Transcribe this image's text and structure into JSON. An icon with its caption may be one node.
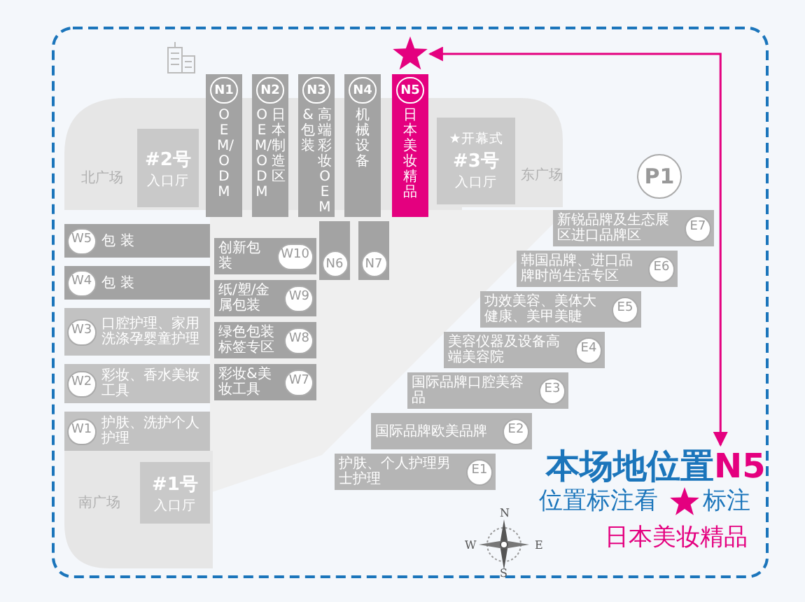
{
  "diagram": {
    "nodes": [
      {
        "text": [],
        "shape": "star"
      },
      {
        "text": [
          "N1",
          "OEM/ODM"
        ]
      },
      {
        "text": [
          "N2",
          "OEM/ODM",
          "日本制造区"
        ]
      },
      {
        "text": [
          "N3",
          "&包装",
          "高端彩妆OEM"
        ]
      },
      {
        "text": [
          "N4",
          "机械设备"
        ]
      },
      {
        "text": [
          "N5",
          "日本美妆精品"
        ]
      },
      {
        "text": [
          "#2号",
          "入口厅"
        ],
        "beside": [
          "北广场"
        ]
      },
      {
        "text": [
          "★开幕式",
          "#3号",
          "入口厅"
        ],
        "beside": [
          "东广场"
        ]
      },
      {
        "text": [
          "W5",
          "包 装"
        ]
      },
      {
        "text": [
          "W4",
          "包 装"
        ]
      },
      {
        "text": [
          "W3",
          "口腔护理、家用洗涤孕婴童护理"
        ]
      },
      {
        "text": [
          "W2",
          "彩妆、香水美妆工具"
        ]
      },
      {
        "text": [
          "W1",
          "护肤、洗护个人护理"
        ]
      },
      {
        "text": [
          "#1号",
          "入口厅"
        ],
        "beside": [
          "南广场"
        ]
      },
      {
        "text": [
          "N6"
        ]
      },
      {
        "text": [
          "N7"
        ]
      },
      {
        "text": [
          "创新包装",
          "W10"
        ]
      },
      {
        "text": [
          "纸/塑/金属包装",
          "W9"
        ]
      },
      {
        "text": [
          "绿色包装标签专区",
          "W8"
        ]
      },
      {
        "text": [
          "彩妆&美妆工具",
          "W7"
        ]
      },
      {
        "text": [
          "P1"
        ]
      },
      {
        "text": [
          "护肤、个人护理男士护理",
          "E1"
        ]
      },
      {
        "text": [
          "国际品牌欧美品牌",
          "E2"
        ]
      },
      {
        "text": [
          "国际品牌口腔美容品",
          "E3"
        ]
      },
      {
        "text": [
          "美容仪器及设备高端美容院",
          "E4"
        ]
      },
      {
        "text": [
          "功效美容、美体大健康、美甲美睫",
          "E5"
        ]
      },
      {
        "text": [
          "韩国品牌、进口品牌时尚生活专区",
          "E6"
        ]
      },
      {
        "text": [
          "新锐品牌及生态展区进口品牌区",
          "E7"
        ]
      },
      {
        "text": [
          "本场地位置",
          "N5"
        ]
      }
    ],
    "edges": [
      {
        "from": 28,
        "to": 0,
        "arrow": "both",
        "color": "#e4007f"
      }
    ],
    "labels": [
      "位置标注看",
      "标注",
      "日本美妆精品",
      "N",
      "S",
      "W",
      "E"
    ]
  }
}
